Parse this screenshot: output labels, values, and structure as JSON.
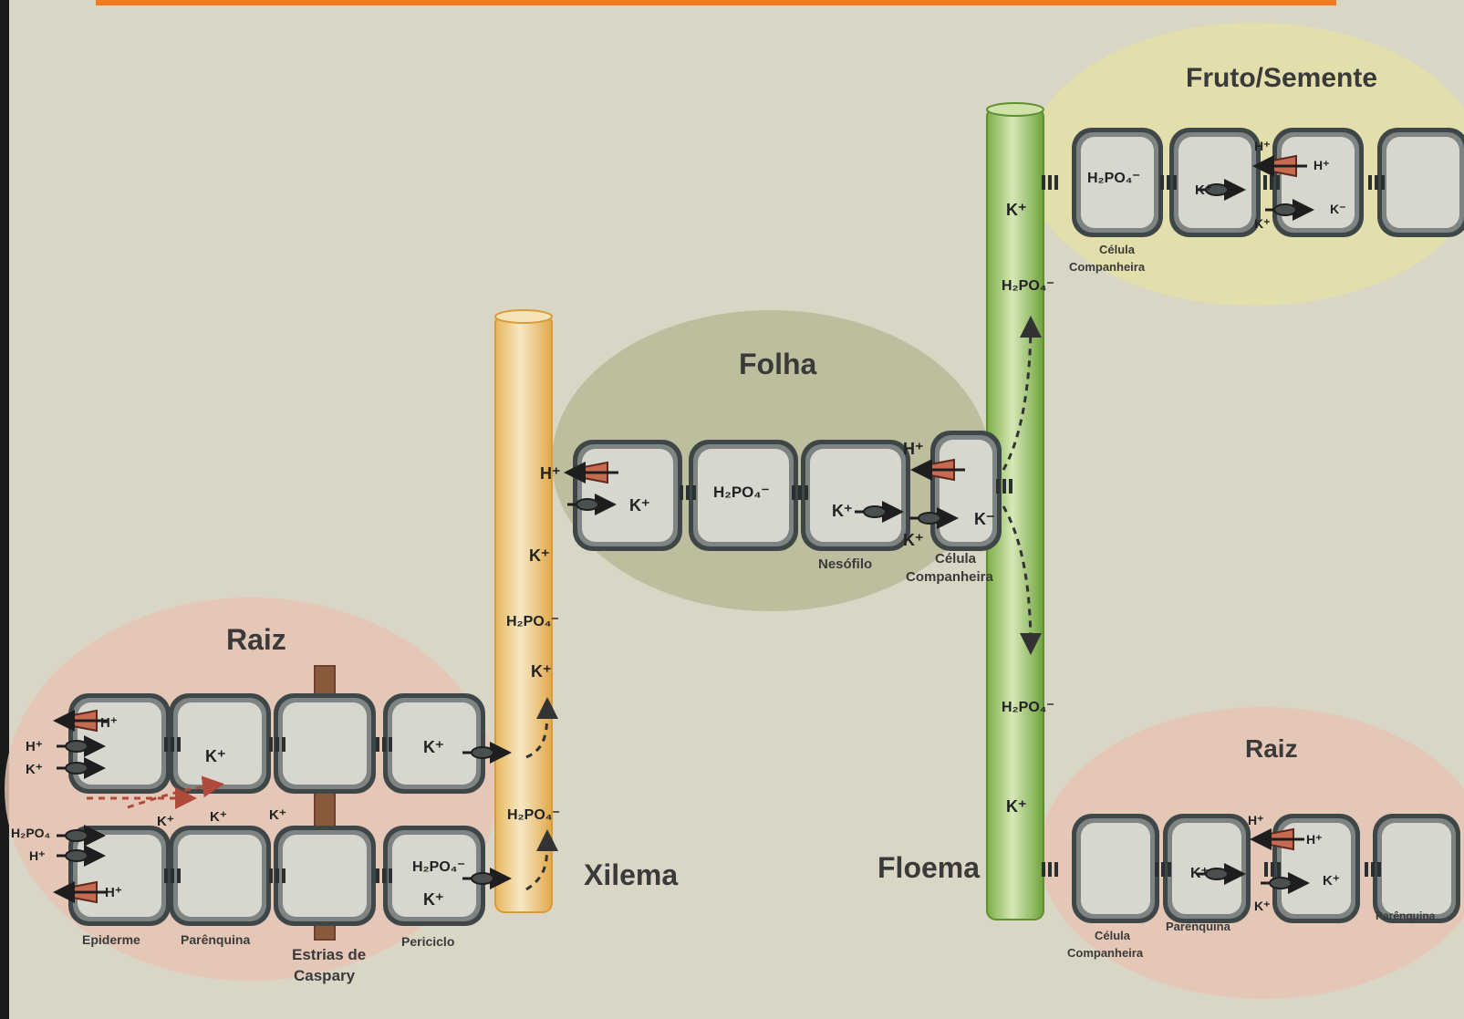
{
  "colors": {
    "paper": "#d9d6c6",
    "top_bar": "#f07a1e",
    "raiz_region": "#e6c4b4",
    "folha_region": "#b9bb99",
    "fruto_region": "#e3e0a8",
    "xilema": "#f2d9a0",
    "floema": "#aed17c",
    "cell_wall": "#3f4648",
    "cell_inner": "#d8d7cf",
    "transporter": "#c86a50",
    "dashed_arrow": "#b04a3a",
    "caspary": "#8a5a3c"
  },
  "icons": [
    "proton-pump-icon",
    "ion-channel-icon",
    "arrow-icon"
  ],
  "titles": {
    "raiz_left": "Raiz",
    "folha": "Folha",
    "fruto": "Fruto/Semente",
    "raiz_right": "Raiz",
    "xilema": "Xilema",
    "floema": "Floema"
  },
  "cell_labels": {
    "epiderme": "Epiderme",
    "parenquina_left": "Parênquina",
    "estrias_line1": "Estrias de",
    "estrias_line2": "Caspary",
    "periciclo": "Periciclo",
    "nesofilo": "Nesófilo",
    "celula_leaf_line1": "Célula",
    "celula_leaf_line2": "Companheira",
    "celula_fruto_line1": "Célula",
    "celula_fruto_line2": "Companheira",
    "celula_raiz_line1": "Célula",
    "celula_raiz_line2": "Companheira",
    "parenquina_right_1": "Parênquina",
    "parenquina_right_2": "Parênquina"
  },
  "ions": {
    "k": "K⁺",
    "h": "H⁺",
    "h2po4": "H₂PO₄⁻",
    "k_minus": "K⁻",
    "h2po4_short": "H₂PO₄"
  }
}
